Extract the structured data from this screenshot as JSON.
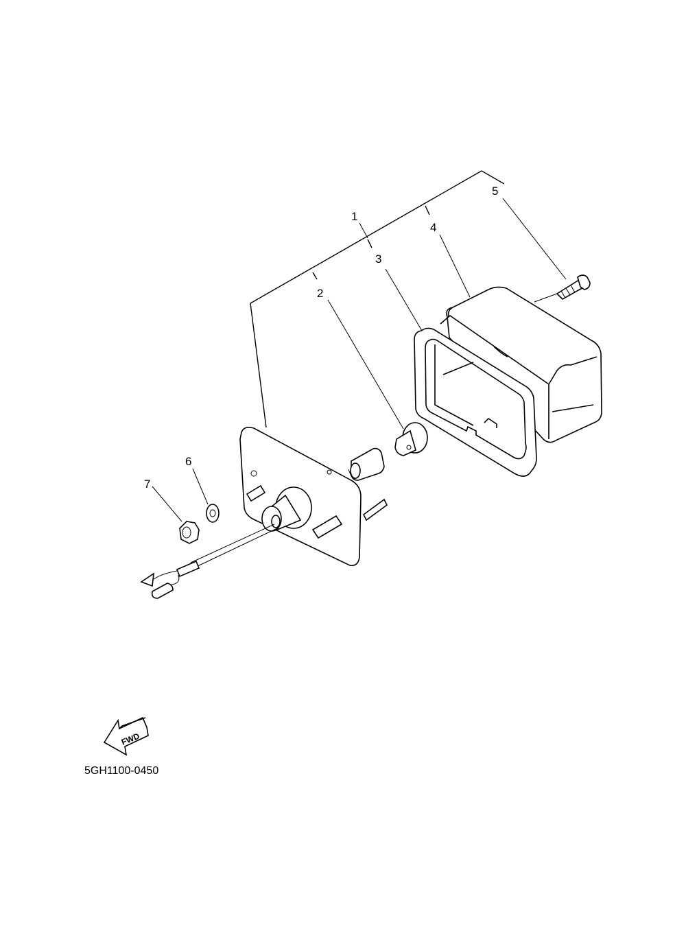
{
  "diagram": {
    "callouts": [
      {
        "id": "callout-1",
        "label": "1"
      },
      {
        "id": "callout-2",
        "label": "2"
      },
      {
        "id": "callout-3",
        "label": "3"
      },
      {
        "id": "callout-4",
        "label": "4"
      },
      {
        "id": "callout-5",
        "label": "5"
      },
      {
        "id": "callout-6",
        "label": "6"
      },
      {
        "id": "callout-7",
        "label": "7"
      }
    ],
    "direction_arrow_label": "FWD",
    "drawing_code": "5GH1100-0450"
  },
  "colors": {
    "line": "#000000",
    "background": "#ffffff"
  }
}
